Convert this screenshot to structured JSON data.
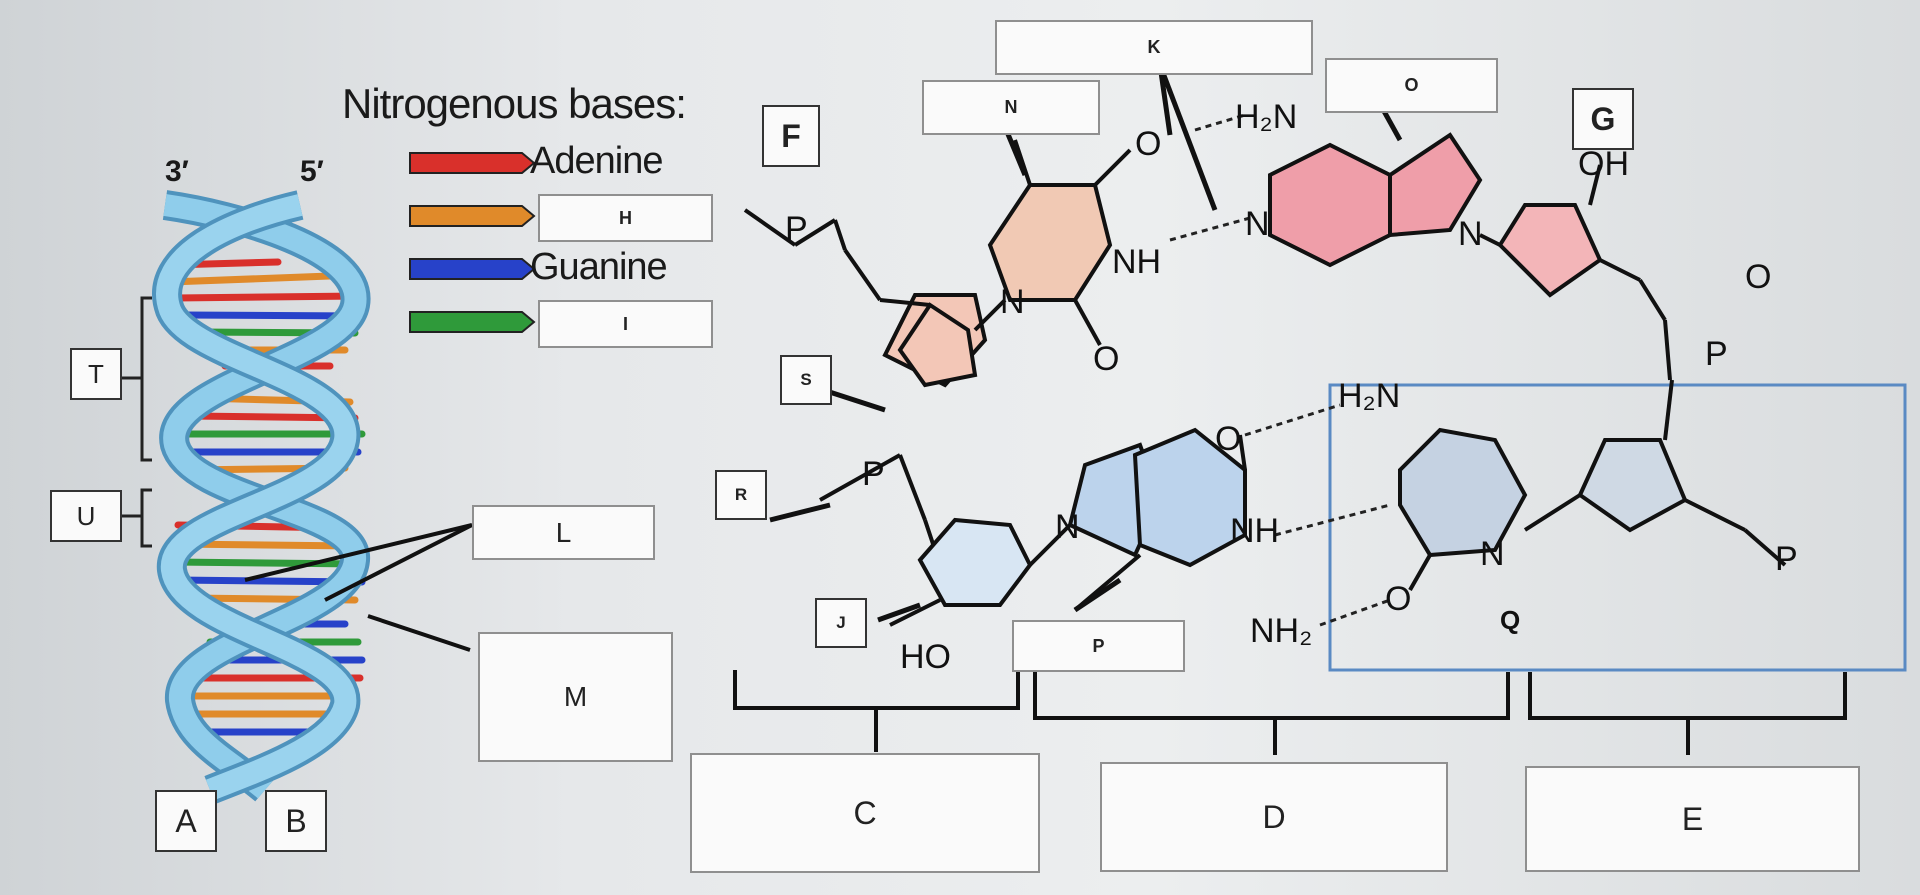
{
  "legend": {
    "title": "Nitrogenous bases:",
    "entries": [
      {
        "name": "Adenine",
        "color": "#d9302b"
      },
      {
        "name": "",
        "color": "#e08a2a"
      },
      {
        "name": "Guanine",
        "color": "#2742c9"
      },
      {
        "name": "",
        "color": "#2f9a3a"
      }
    ]
  },
  "strands": {
    "left": "3′",
    "right": "5′"
  },
  "labels": {
    "A": "A",
    "B": "B",
    "C": "C",
    "D": "D",
    "E": "E",
    "F": "F",
    "G": "G",
    "H": "H",
    "I": "I",
    "J": "J",
    "K": "K",
    "L": "L",
    "M": "M",
    "N": "N",
    "O": "O",
    "P": "P",
    "Q": "Q",
    "R": "R",
    "S": "S",
    "T": "T",
    "U": "U"
  },
  "chemistry": {
    "H2N_top": "H₂N",
    "OH": "OH",
    "NH_top": "NH",
    "H2N_mid": "H₂N",
    "NH_mid": "NH",
    "NH2_bottom": "NH₂",
    "HO": "HO",
    "O": "O",
    "N": "N",
    "P": "P"
  },
  "colors": {
    "helix_blue": "#7ec3e6",
    "pyrimidine_tint": "#f1c9b4",
    "adenine_tint": "#ef9ea9",
    "guanine_tint": "#bcd3ec",
    "cytosine_tint": "#c5d2e2"
  }
}
